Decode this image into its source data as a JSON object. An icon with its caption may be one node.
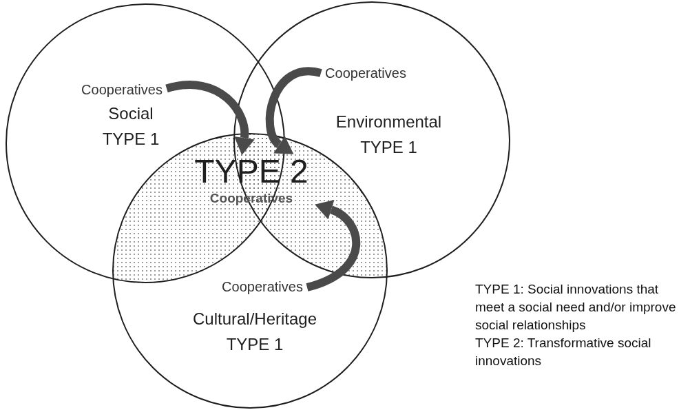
{
  "diagram": {
    "nodes": [
      {
        "text": [
          "Social TYPE 1"
        ]
      },
      {
        "text": [
          "Cooperatives"
        ],
        "in": 0
      },
      {
        "text": [
          "Environmental TYPE 1"
        ]
      },
      {
        "text": [
          "Cooperatives"
        ],
        "in": 2
      },
      {
        "text": [
          "Cultural/Heritage TYPE 1"
        ]
      },
      {
        "text": [
          "Cooperatives"
        ],
        "in": 4
      },
      {
        "text": [
          "TYPE 2",
          "Cooperatives"
        ],
        "in": 4
      }
    ],
    "edges": [
      {
        "from": 1,
        "to": 6,
        "arrow": "to"
      },
      {
        "from": 3,
        "to": 6,
        "arrow": "to"
      },
      {
        "from": 5,
        "to": 6,
        "arrow": "to"
      }
    ],
    "labels": [
      "TYPE 1: Social innovations that meet a social need and/or improve social relationships",
      "TYPE 2: Transformative social innovations"
    ]
  }
}
